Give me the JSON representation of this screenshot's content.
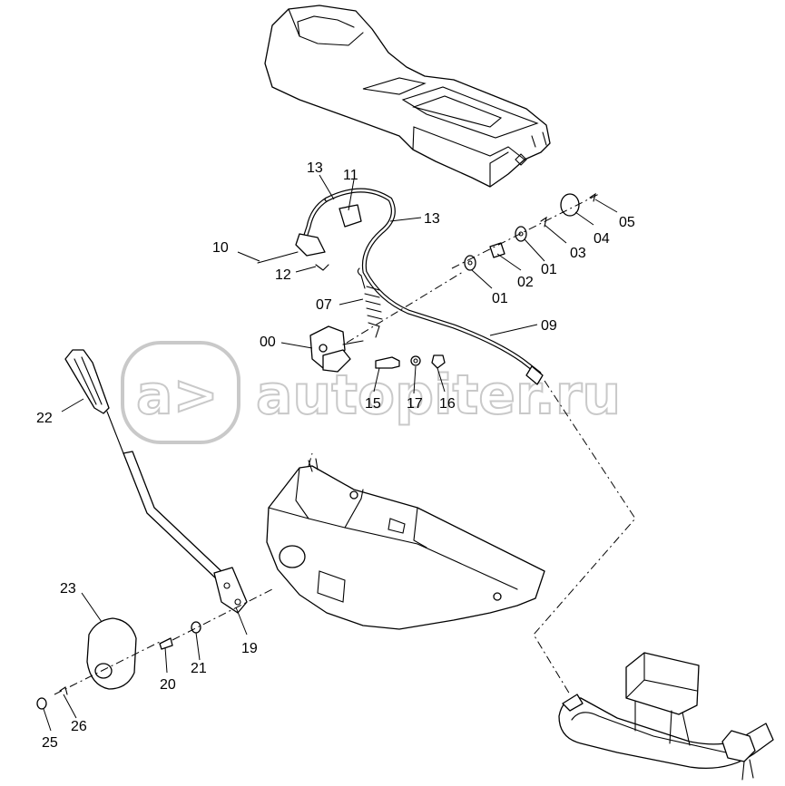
{
  "watermark": {
    "text": "autopiter.ru",
    "logo_glyph": "a>"
  },
  "callouts": {
    "c13a": "13",
    "c11": "11",
    "c13b": "13",
    "c10": "10",
    "c12": "12",
    "c07": "07",
    "c00": "00",
    "c15": "15",
    "c17": "17",
    "c16": "16",
    "c09": "09",
    "c01a": "01",
    "c02": "02",
    "c01b": "01",
    "c03": "03",
    "c04": "04",
    "c05": "05",
    "c22": "22",
    "c23": "23",
    "c19": "19",
    "c20": "20",
    "c21": "21",
    "c25": "25",
    "c26": "26"
  }
}
